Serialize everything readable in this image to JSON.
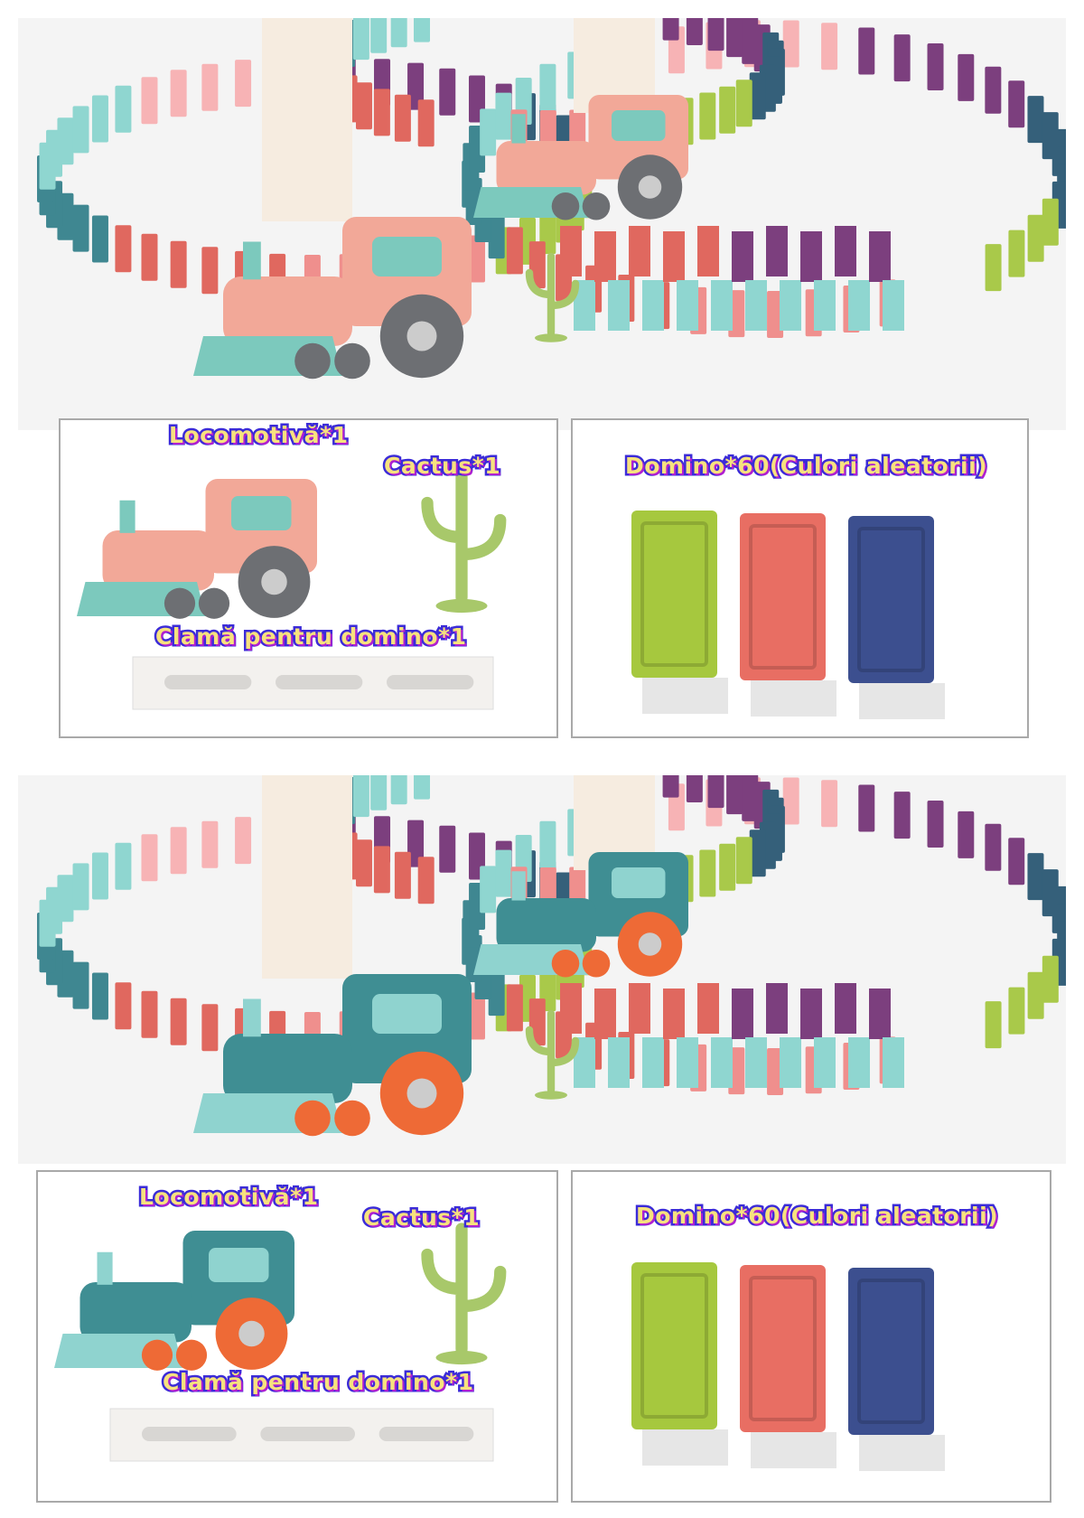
{
  "panels": [
    {
      "variant": "pink",
      "train_color": "#f2a898",
      "trim_color": "#7cc9bd",
      "wheel_color": "#6d6f73",
      "labels": {
        "locomotive": "Locomotivă*1",
        "cactus": "Cactus*1",
        "clip": "Clamă pentru domino*1",
        "domino": "Domino*60(Culori aleatorii)"
      }
    },
    {
      "variant": "teal",
      "train_color": "#3f8e93",
      "trim_color": "#8fd3cf",
      "wheel_color": "#ee6a36",
      "labels": {
        "locomotive": "Locomotivă*1",
        "cactus": "Cactus*1",
        "clip": "Clamă pentru domino*1",
        "domino": "Domino*60(Culori aleatorii)"
      }
    }
  ],
  "domino_colors": [
    "#a9c94a",
    "#ef8f8d",
    "#e0685f",
    "#3f8791",
    "#8fd6d0",
    "#f7b3b5",
    "#7c3f7e",
    "#35607a"
  ],
  "sample_domino_colors": [
    "#a6c83e",
    "#e86e63",
    "#3c4f8f"
  ]
}
